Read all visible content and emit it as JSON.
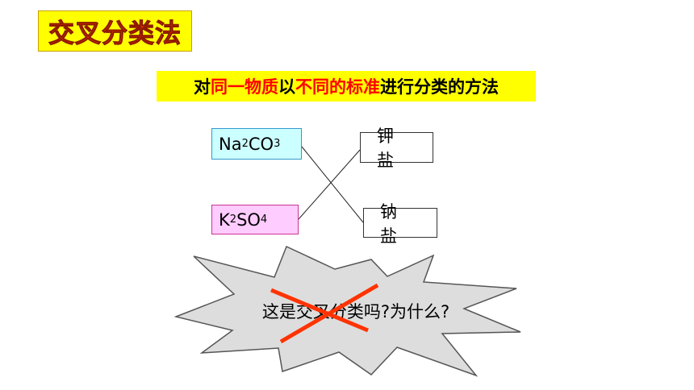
{
  "title": "交叉分类法",
  "subtitle": {
    "part1": "对",
    "part2": "同一物质",
    "part3": "以",
    "part4": "不同的标准",
    "part5": "进行分类的方法"
  },
  "compounds": {
    "na2co3": {
      "el1": "Na",
      "sub1": "2",
      "el2": "CO",
      "sub2": "3"
    },
    "k2so4": {
      "el1": "K",
      "sub1": "2",
      "el2": "SO",
      "sub2": "4"
    }
  },
  "salts": {
    "potassium": "钾 盐",
    "sodium": "钠 盐"
  },
  "question": "这是交叉分类吗?为什么?",
  "colors": {
    "title_bg": "#ffff00",
    "title_text": "#ff3300",
    "highlight_red": "#ff0000",
    "na2co3_bg": "#ccffff",
    "k2so4_bg": "#ffccff",
    "burst_fill": "#dddddd",
    "cross_color": "#ff3300"
  }
}
